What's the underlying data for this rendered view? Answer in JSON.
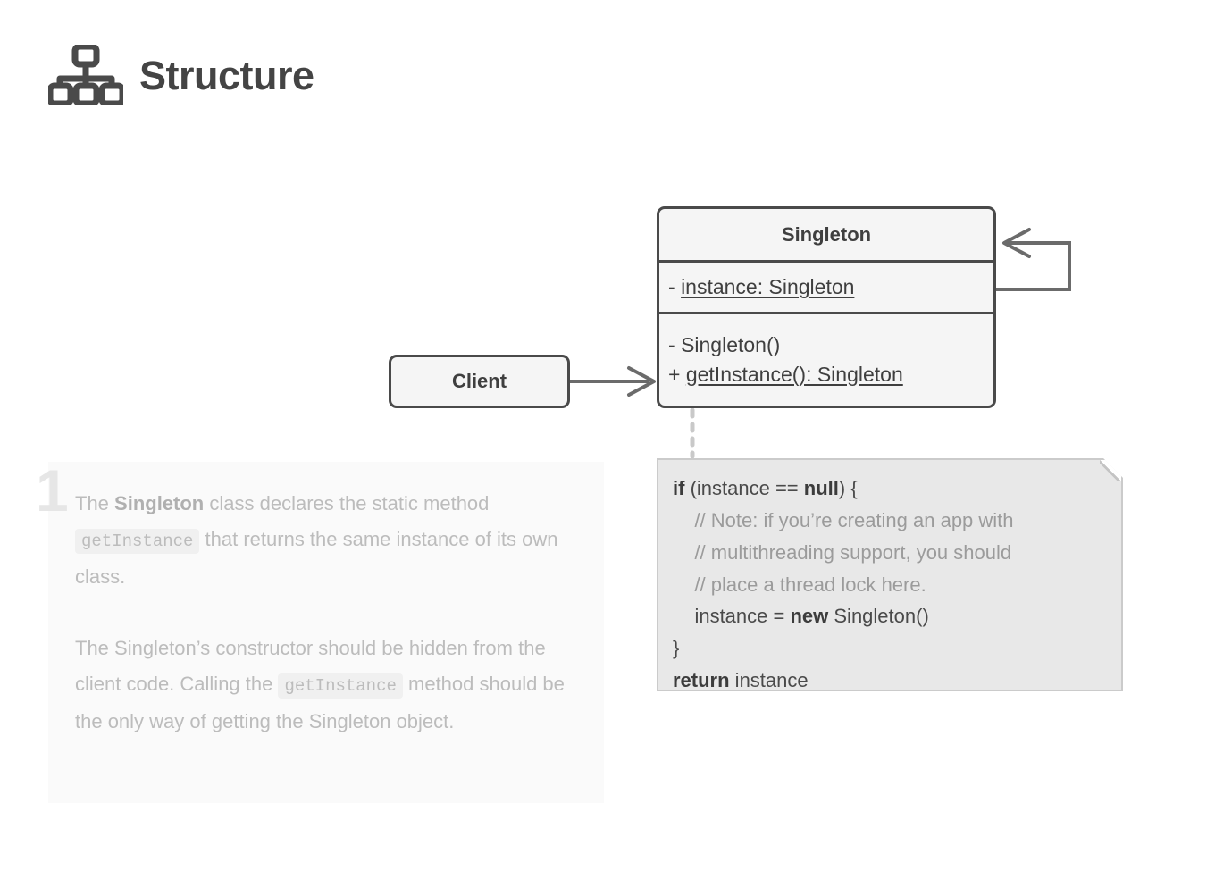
{
  "header": {
    "title": "Structure",
    "icon": "hierarchy-icon"
  },
  "diagram": {
    "type": "uml-class-diagram",
    "classes": [
      {
        "name": "Singleton",
        "attributes": [
          {
            "visibility": "-",
            "text": "instance: Singleton",
            "static": true
          }
        ],
        "methods": [
          {
            "visibility": "-",
            "text": "Singleton()",
            "static": false
          },
          {
            "visibility": "+",
            "text": "getInstance(): Singleton",
            "static": true
          }
        ]
      },
      {
        "name": "Client",
        "attributes": [],
        "methods": []
      }
    ],
    "relations": [
      {
        "from": "Client",
        "to": "Singleton",
        "style": "association-arrow"
      },
      {
        "from": "Singleton",
        "to": "Singleton",
        "style": "self-association-arrow"
      },
      {
        "from": "Singleton",
        "to": "code-note",
        "style": "dotted-note-link"
      }
    ]
  },
  "code_note": {
    "lines": [
      {
        "indent": 0,
        "comment": false,
        "tokens": [
          {
            "t": "if",
            "bold": true
          },
          {
            "t": " (instance == ",
            "bold": false
          },
          {
            "t": "null",
            "bold": true
          },
          {
            "t": ") {",
            "bold": false
          }
        ]
      },
      {
        "indent": 1,
        "comment": true,
        "tokens": [
          {
            "t": "// Note: if you’re creating an app with",
            "bold": false
          }
        ]
      },
      {
        "indent": 1,
        "comment": true,
        "tokens": [
          {
            "t": "// multithreading support, you should",
            "bold": false
          }
        ]
      },
      {
        "indent": 1,
        "comment": true,
        "tokens": [
          {
            "t": "// place a thread lock here.",
            "bold": false
          }
        ]
      },
      {
        "indent": 1,
        "comment": false,
        "tokens": [
          {
            "t": "instance = ",
            "bold": false
          },
          {
            "t": "new",
            "bold": true
          },
          {
            "t": " Singleton()",
            "bold": false
          }
        ]
      },
      {
        "indent": 0,
        "comment": false,
        "tokens": [
          {
            "t": "}",
            "bold": false
          }
        ]
      },
      {
        "indent": 0,
        "comment": false,
        "tokens": [
          {
            "t": "return",
            "bold": true
          },
          {
            "t": " instance",
            "bold": false
          }
        ]
      }
    ]
  },
  "description": {
    "step_number": "1",
    "paragraphs": [
      [
        {
          "t": "The ",
          "style": "normal"
        },
        {
          "t": "Singleton",
          "style": "strong"
        },
        {
          "t": " class declares the static method ",
          "style": "normal"
        },
        {
          "t": "getInstance",
          "style": "code"
        },
        {
          "t": " that returns the same instance of its own class.",
          "style": "normal"
        }
      ],
      [
        {
          "t": "The Singleton’s constructor should be hidden from the client code. Calling the ",
          "style": "normal"
        },
        {
          "t": "getInstance",
          "style": "code"
        },
        {
          "t": " method should be the only way of getting the Singleton object.",
          "style": "normal"
        }
      ]
    ]
  },
  "colors": {
    "stroke": "#4a4a4a",
    "box_fill": "#f5f5f5",
    "note_fill": "#e8e8e8",
    "note_border": "#cbcbcb",
    "panel_fill": "#fafafa",
    "muted_text": "#bcbcbc",
    "comment_text": "#9b9b9b",
    "step_number": "#e6e6e6"
  }
}
